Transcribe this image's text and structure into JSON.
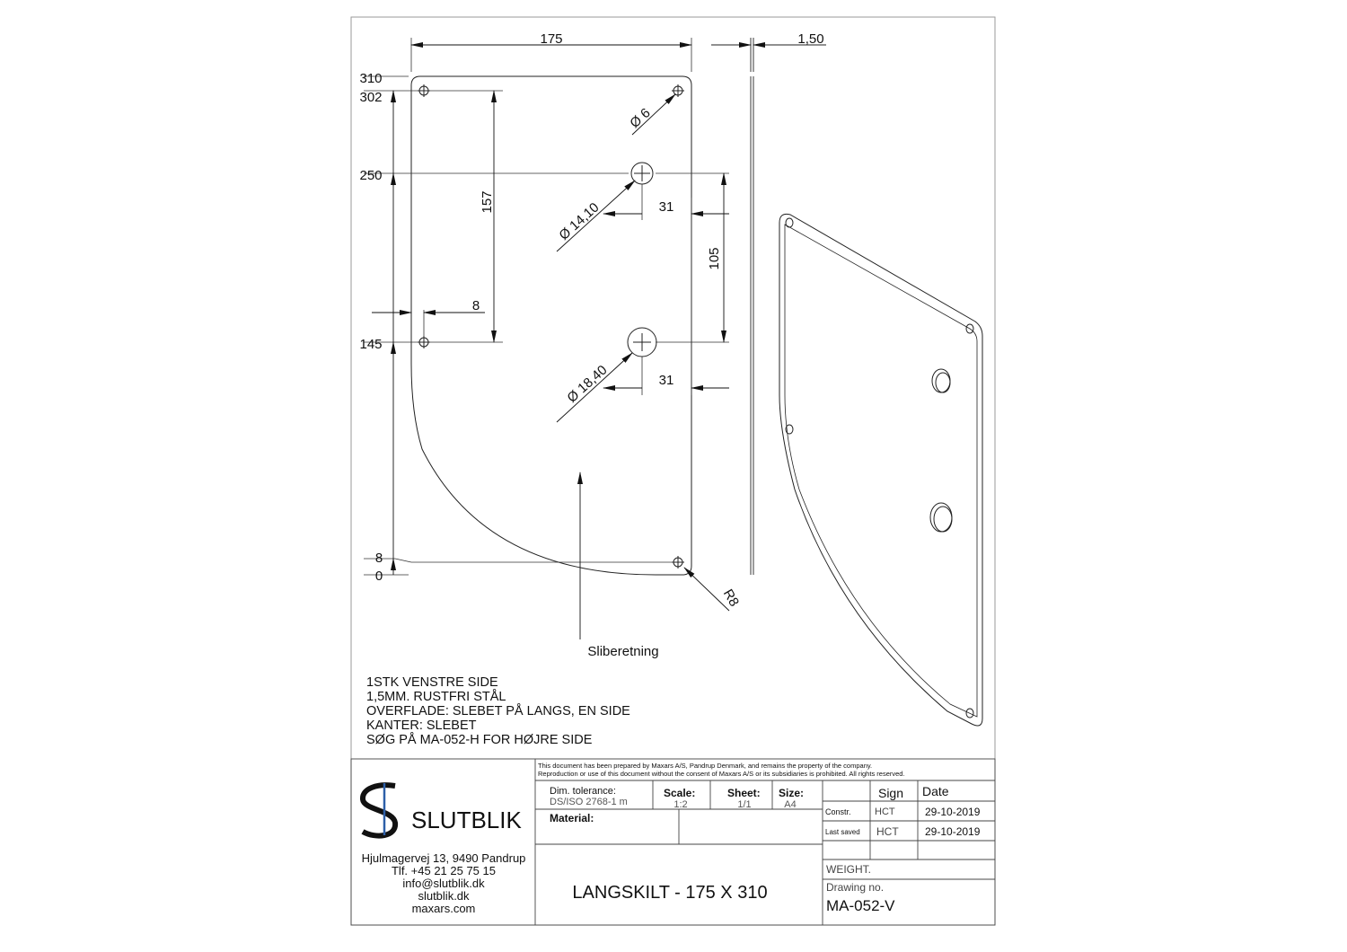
{
  "dimensions": {
    "width_175": "175",
    "thickness": "1,50",
    "y_310": "310",
    "y_302": "302",
    "y_250": "250",
    "y_145": "145",
    "y_8": "8",
    "y_0": "0",
    "hole_spacing": "157",
    "hole_spacing_105": "105",
    "edge_8": "8",
    "dia_6": "Ø 6",
    "dia_1410": "Ø 14,10",
    "dia_1840": "Ø 18,40",
    "offset_31_top": "31",
    "offset_31_bottom": "31",
    "radius": "R8"
  },
  "grain_label": "Sliberetning",
  "notes": [
    "1STK VENSTRE SIDE",
    "1,5MM. RUSTFRI STÅL",
    "OVERFLADE: SLEBET PÅ LANGS, EN SIDE",
    "KANTER: SLEBET",
    "SØG PÅ MA-052-H FOR HØJRE SIDE"
  ],
  "title_block": {
    "company": "SLUTBLIK",
    "address": [
      "Hjulmagervej 13, 9490 Pandrup",
      "Tlf. +45 21 25 75 15",
      "info@slutblik.dk",
      "slutblik.dk",
      "maxars.com"
    ],
    "disclaimer": [
      "This document has been prepared by Maxars A/S, Pandrup Denmark, and remains the property of the company.",
      "Reproduction or use of this document without the consent of Maxars A/S or its subsidiaries is prohibited. All rights reserved."
    ],
    "tolerance_label": "Dim. tolerance:",
    "tolerance_value": "DS/ISO 2768-1  m",
    "scale_label": "Scale:",
    "scale_value": "1:2",
    "sheet_label": "Sheet:",
    "sheet_value": "1/1",
    "size_label": "Size:",
    "size_value": "A4",
    "material_label": "Material:",
    "sign_header": "Sign",
    "date_header": "Date",
    "rows": [
      {
        "label": "Constr.",
        "sign": "HCT",
        "date": "29-10-2019"
      },
      {
        "label": "Last saved",
        "sign": "HCT",
        "date": "29-10-2019"
      }
    ],
    "weight_label": "WEIGHT.",
    "drawing_no_label": "Drawing no.",
    "drawing_no": "MA-052-V",
    "part_title": "LANGSKILT - 175 X 310"
  }
}
